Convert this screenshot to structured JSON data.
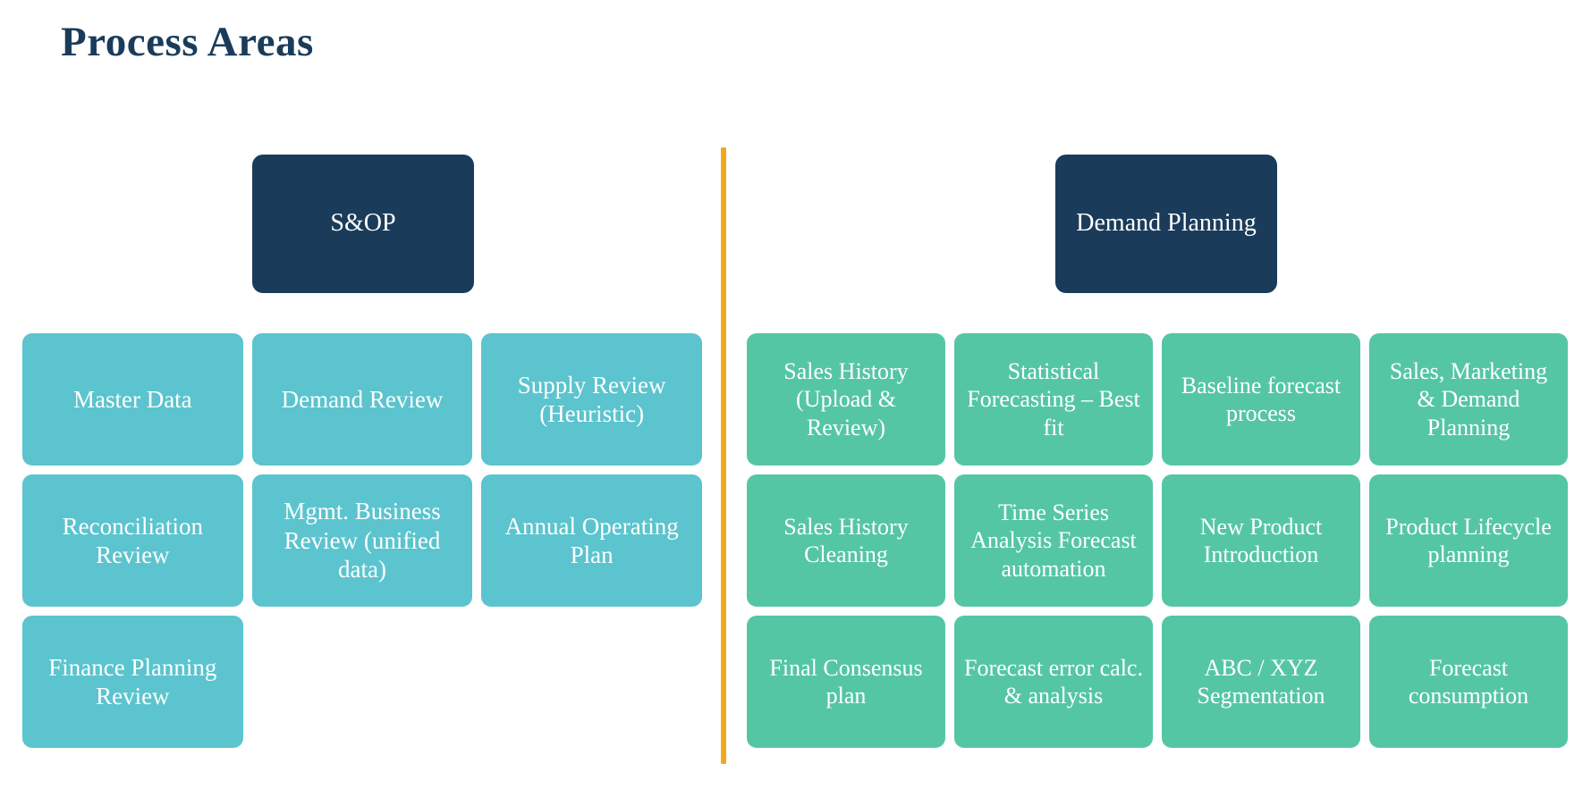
{
  "page": {
    "title": "Process Areas",
    "background": "#ffffff"
  },
  "colors": {
    "title": "#1a3c5a",
    "header_box": "#1a3c5a",
    "divider": "#f2a81d",
    "left_card": "#5bc4ce",
    "right_card": "#55c6a4",
    "card_text": "#ffffff"
  },
  "divider": {
    "name": "vertical-divider",
    "orientation": "vertical",
    "color": "#f2a81d"
  },
  "left_panel": {
    "header": "S&OP",
    "cards": [
      "Master Data",
      "Demand Review",
      "Supply Review (Heuristic)",
      "Reconciliation Review",
      "Mgmt. Business Review (unified data)",
      "Annual Operating Plan",
      "Finance Planning Review"
    ]
  },
  "right_panel": {
    "header": "Demand Planning",
    "cards": [
      "Sales History (Upload & Review)",
      "Statistical Forecasting – Best fit",
      "Baseline forecast process",
      "Sales, Marketing & Demand Planning",
      "Sales History Cleaning",
      "Time Series Analysis Forecast automation",
      "New Product Introduction",
      "Product Lifecycle planning",
      "Final Consensus plan",
      "Forecast error calc. & analysis",
      "ABC / XYZ Segmentation",
      "Forecast consumption"
    ]
  }
}
